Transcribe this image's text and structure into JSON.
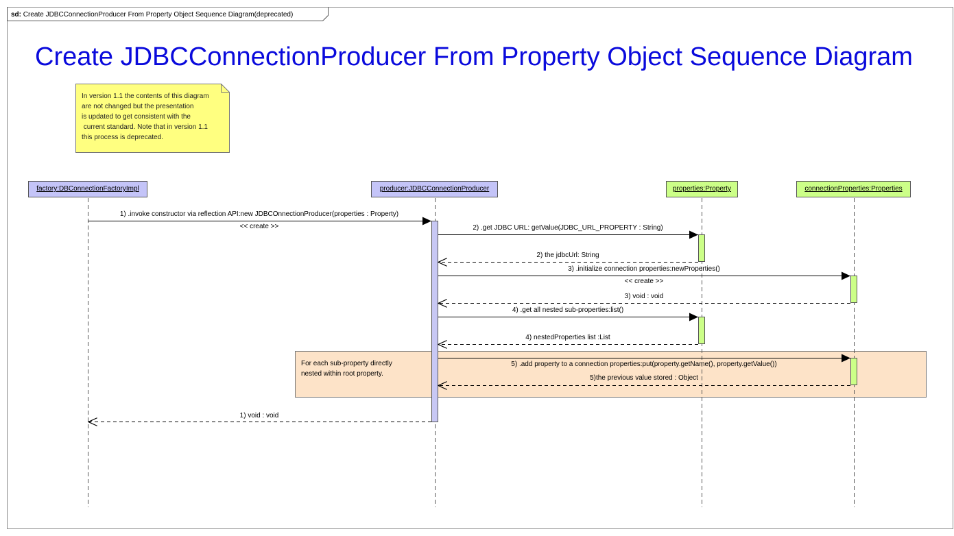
{
  "frame": {
    "tag": "sd:",
    "name": "Create JDBCConnectionProducer From Property Object Sequence Diagram(deprecated)"
  },
  "title": "Create JDBCConnectionProducer From Property Object Sequence Diagram",
  "note": "In version 1.1 the contents of this diagram\nare not changed but the presentation\nis updated to get consistent with the\n current standard. Note that in version 1.1\nthis process is deprecated.",
  "lifelines": [
    {
      "label": "factory:DBConnectionFactoryImpl"
    },
    {
      "label": "producer:JDBCConnectionProducer"
    },
    {
      "label": "properties:Property"
    },
    {
      "label": "connectionProperties:Properties"
    }
  ],
  "messages": [
    {
      "label": "1) .invoke constructor via reflection API:new JDBCOnnectionProducer(properties : Property)",
      "stereotype": "<< create >>"
    },
    {
      "label": "2) .get JDBC URL: getValue(JDBC_URL_PROPERTY : String)"
    },
    {
      "label": "2) the jdbcUrl: String"
    },
    {
      "label": "3) .initialize connection properties:newProperties()",
      "stereotype": "<< create >>"
    },
    {
      "label": "3) void : void"
    },
    {
      "label": "4) .get all nested sub-properties:list()"
    },
    {
      "label": "4) nestedProperties list :List"
    },
    {
      "label": "5) .add property to a connection properties:put(property.getName(), property.getValue())"
    },
    {
      "label": "5)the previous value stored : Object"
    },
    {
      "label": "1) void : void"
    }
  ],
  "loop_note": "For each sub-property directly\nnested within root property.",
  "colors": {
    "title": "#0a0adc",
    "note_fill": "#ffff80",
    "lifeline_blue": "#c4c4f8",
    "lifeline_green": "#ccff88",
    "activation_blue": "#c8c8f4",
    "activation_green": "#ccff88",
    "loop_fill": "#fde3c8"
  }
}
